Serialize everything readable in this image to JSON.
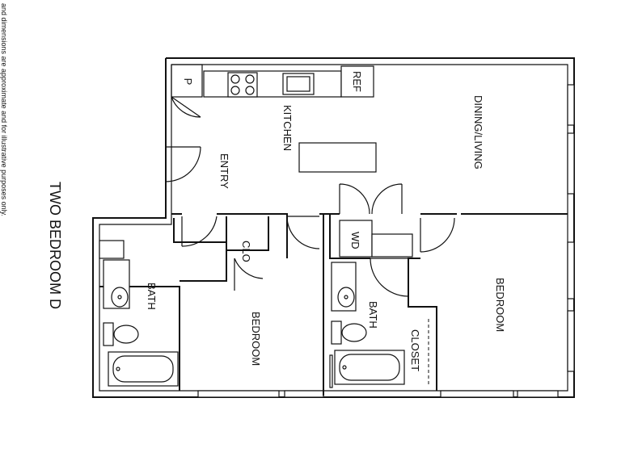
{
  "plan": {
    "title": "TWO BEDROOM D",
    "disclaimer": "and dimensions are approximate and for illustrative purposes only.",
    "rooms": {
      "kitchen": "KITCHEN",
      "entry": "ENTRY",
      "dining_living": "DINING/LIVING",
      "bath_1": "BATH",
      "bedroom_1": "BEDROOM",
      "closet_1": "CLO",
      "washer_dryer": "WD",
      "bath_2": "BATH",
      "closet_2": "CLOSET",
      "bedroom_2": "BEDROOM"
    },
    "fixtures": {
      "pantry": "P",
      "refrigerator": "REF"
    }
  }
}
